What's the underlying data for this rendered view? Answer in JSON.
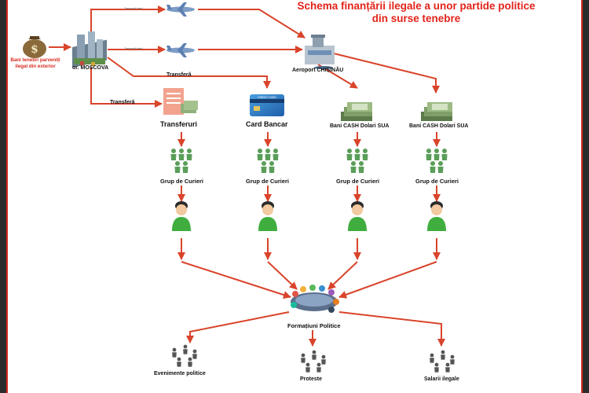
{
  "title": {
    "line1": "Schema  finanțării ilegale a unor partide politice",
    "line2": "din surse tenebre"
  },
  "nodes": {
    "source": "Bani tenebri parveniți ilegal din exterior",
    "moscova": "or. MOSCOVA",
    "airport": "Aeroport CHIȘINĂU",
    "transfer_label": "Transferuri",
    "card_label": "Card Bancar",
    "cash1": "Bani CASH Dolari SUA",
    "cash2": "Bani CASH Dolari SUA",
    "couriers1": "Grup de Curieri",
    "couriers2": "Grup de Curieri",
    "couriers3": "Grup de Curieri",
    "couriers4": "Grup de Curieri",
    "hub": "Formațiuni Politice",
    "out1": "Evenimente politice",
    "out2": "Proteste",
    "out3": "Salarii ilegale"
  },
  "edges": {
    "transfer_a": "Transferă",
    "transfer_b": "Transferă",
    "flight1": "Transportă banii",
    "flight2": "Transportă banii"
  },
  "colors": {
    "accent": "#e2231a",
    "arrow": "#d9442b",
    "people": "#5a9e5a",
    "head": "#f2c9a0",
    "shirt": "#3fae3f"
  }
}
